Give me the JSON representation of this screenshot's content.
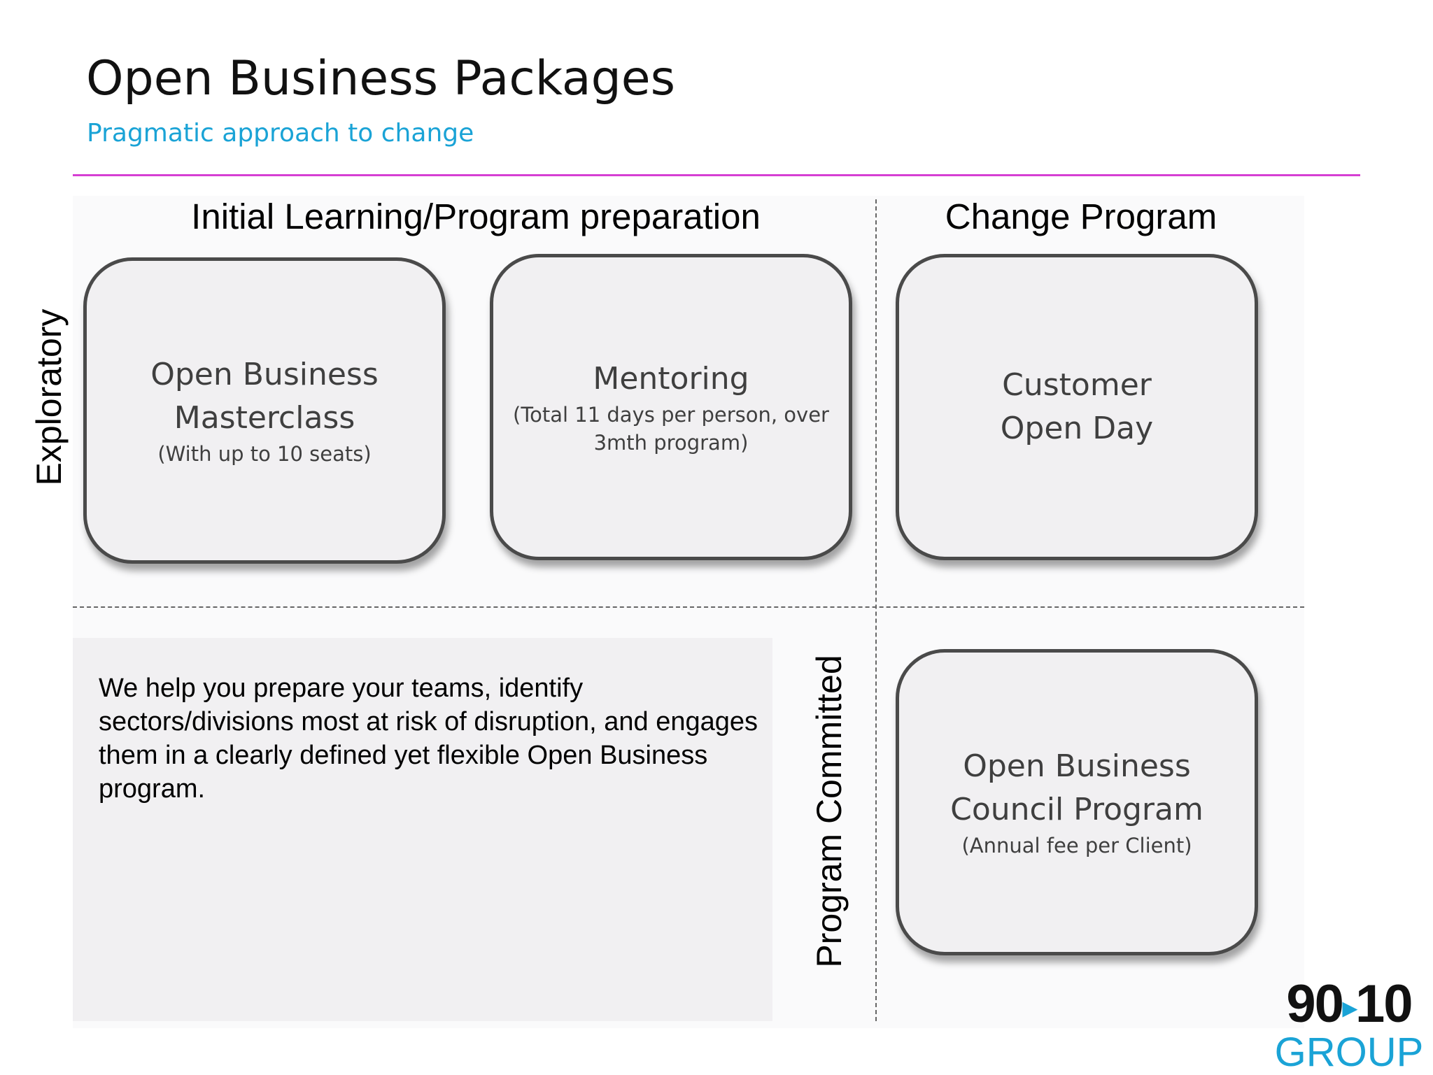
{
  "header": {
    "title": "Open Business Packages",
    "subtitle": "Pragmatic approach to change"
  },
  "columns": {
    "left": "Initial Learning/Program preparation",
    "right": "Change Program"
  },
  "rows": {
    "top": "Exploratory",
    "bottom": "Program Committed"
  },
  "cards": {
    "masterclass": {
      "line1": "Open Business",
      "line2": "Masterclass",
      "note": "(With up to 10 seats)"
    },
    "mentoring": {
      "title": "Mentoring",
      "note1": "(Total 11 days per person, over",
      "note2": "3mth program)"
    },
    "open_day": {
      "line1": "Customer",
      "line2": "Open Day"
    },
    "council": {
      "line1": "Open Business",
      "line2": "Council Program",
      "note": "(Annual fee per Client)"
    }
  },
  "info": {
    "text": "We help you prepare your teams, identify sectors/divisions most at risk of disruption, and engages them in a clearly defined yet flexible Open Business program."
  },
  "logo": {
    "left": "90",
    "right": "10",
    "separator": "▸",
    "bottom": "GROUP"
  },
  "colors": {
    "accent_rule": "#d63fd3",
    "subtitle": "#1aa3d6",
    "card_bg": "#f1f0f2",
    "card_border": "#4a4a4a"
  }
}
